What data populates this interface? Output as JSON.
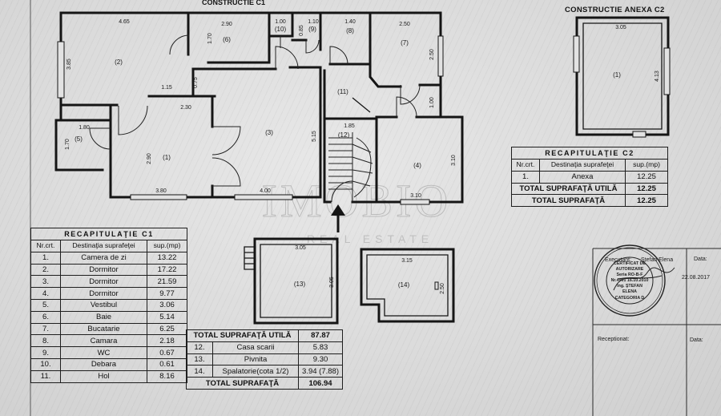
{
  "titles": {
    "c1": "CONSTRUCTIE C1",
    "c2": "CONSTRUCTIE ANEXA C2"
  },
  "plan_c1": {
    "dims": [
      "4.65",
      "2.90",
      "1.70",
      "1.00",
      "0.85",
      "1.10",
      "1.40",
      "2.50",
      "2.50",
      "3.85",
      "1.15",
      "0.75",
      "2.30",
      "5.15",
      "1.00",
      "1.85",
      "1.80",
      "1.70",
      "2.90",
      "3.80",
      "4.00",
      "3.10",
      "3.10"
    ],
    "rooms": [
      "(1)",
      "(2)",
      "(3)",
      "(4)",
      "(5)",
      "(6)",
      "(7)",
      "(8)",
      "(9)",
      "(10)",
      "(11)",
      "(12)"
    ]
  },
  "plan_c2": {
    "dims": [
      "3.05",
      "4.13"
    ],
    "rooms": [
      "(1)"
    ]
  },
  "basement": {
    "dims": [
      "3.05",
      "3.05",
      "3.15",
      "2.50"
    ],
    "rooms": [
      "(13)",
      "(14)"
    ]
  },
  "table_c1": {
    "title": "RECAPITULAŢIE C1",
    "headers": [
      "Nr.crt.",
      "Destinaţia suprafeţei",
      "sup.(mp)"
    ],
    "rows": [
      {
        "nr": "1.",
        "name": "Camera de zi",
        "value": "13.22"
      },
      {
        "nr": "2.",
        "name": "Dormitor",
        "value": "17.22"
      },
      {
        "nr": "3.",
        "name": "Dormitor",
        "value": "21.59"
      },
      {
        "nr": "4.",
        "name": "Dormitor",
        "value": "9.77"
      },
      {
        "nr": "5.",
        "name": "Vestibul",
        "value": "3.06"
      },
      {
        "nr": "6.",
        "name": "Baie",
        "value": "5.14"
      },
      {
        "nr": "7.",
        "name": "Bucatarie",
        "value": "6.25"
      },
      {
        "nr": "8.",
        "name": "Camara",
        "value": "2.18"
      },
      {
        "nr": "9.",
        "name": "WC",
        "value": "0.67"
      },
      {
        "nr": "10.",
        "name": "Debara",
        "value": "0.61"
      },
      {
        "nr": "11.",
        "name": "Hol",
        "value": "8.16"
      }
    ]
  },
  "totals_c1": {
    "util_label": "TOTAL SUPRAFAŢĂ UTILĂ",
    "util_value": "87.87",
    "rows": [
      {
        "nr": "12.",
        "name": "Casa scarii",
        "value": "5.83"
      },
      {
        "nr": "13.",
        "name": "Pivnita",
        "value": "9.30"
      },
      {
        "nr": "14.",
        "name": "Spalatorie(cota 1/2)",
        "value": "3.94 (7.88)"
      }
    ],
    "total_label": "TOTAL SUPRAFAŢĂ",
    "total_value": "106.94"
  },
  "table_c2": {
    "title": "RECAPITULAŢIE C2",
    "headers": [
      "Nr.crt.",
      "Destinaţia suprafeţei",
      "sup.(mp)"
    ],
    "rows": [
      {
        "nr": "1.",
        "name": "Anexa",
        "value": "12.25"
      }
    ],
    "util_label": "TOTAL SUPRAFAŢĂ UTILĂ",
    "util_value": "12.25",
    "total_label": "TOTAL SUPRAFAŢĂ",
    "total_value": "12.25"
  },
  "signoff": {
    "executant_label": "Executant:",
    "executant_name": "Ştefan Elena",
    "date_label": "Data:",
    "date_value": "22.08.2017",
    "received_label": "Receptionat:",
    "received_date_label": "Data:"
  },
  "stamp": {
    "lines": [
      "CERTIFICAT DE",
      "AUTORIZARE",
      "Seria RO-B-F",
      "Nr.4901 16.10.2010",
      "Ing. ŞTEFAN",
      "ELENA",
      "CATEGORIA D"
    ]
  },
  "watermark": {
    "brand": "IMOBIO",
    "tagline": "REAL ESTATE"
  },
  "colors": {
    "ink": "#151515",
    "paper": "#dcdcdc",
    "watermark": "#9c9c9c"
  }
}
